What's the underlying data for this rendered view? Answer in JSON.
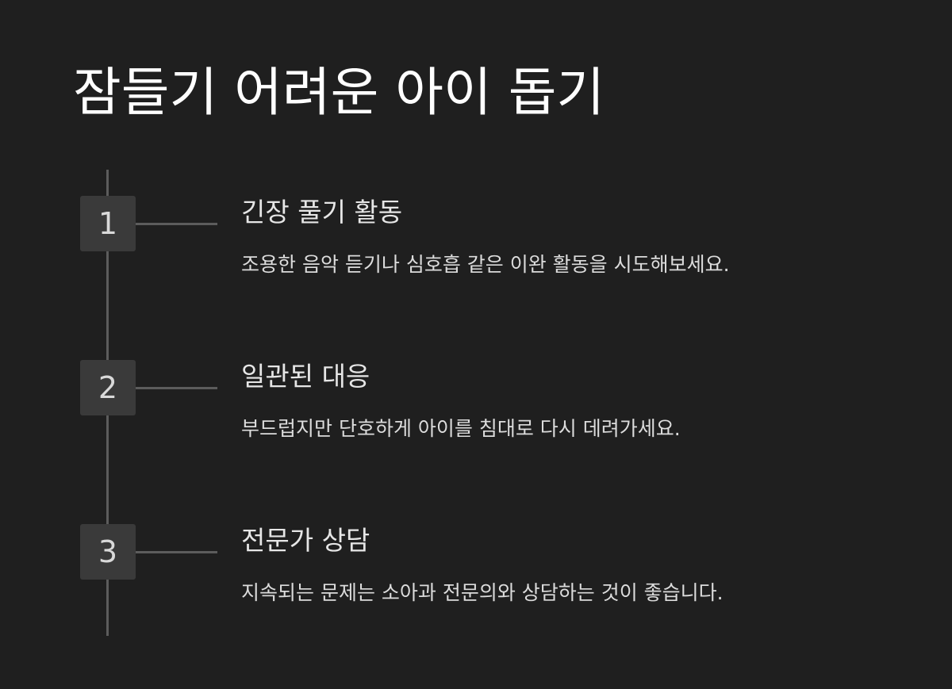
{
  "title": "잠들기 어려운 아이 돕기",
  "steps": [
    {
      "number": "1",
      "title": "긴장 풀기 활동",
      "description": "조용한 음악 듣기나 심호흡 같은 이완 활동을 시도해보세요."
    },
    {
      "number": "2",
      "title": "일관된 대응",
      "description": "부드럽지만 단호하게 아이를 침대로 다시 데려가세요."
    },
    {
      "number": "3",
      "title": "전문가 상담",
      "description": "지속되는 문제는 소아과 전문의와 상담하는 것이 좋습니다."
    }
  ]
}
